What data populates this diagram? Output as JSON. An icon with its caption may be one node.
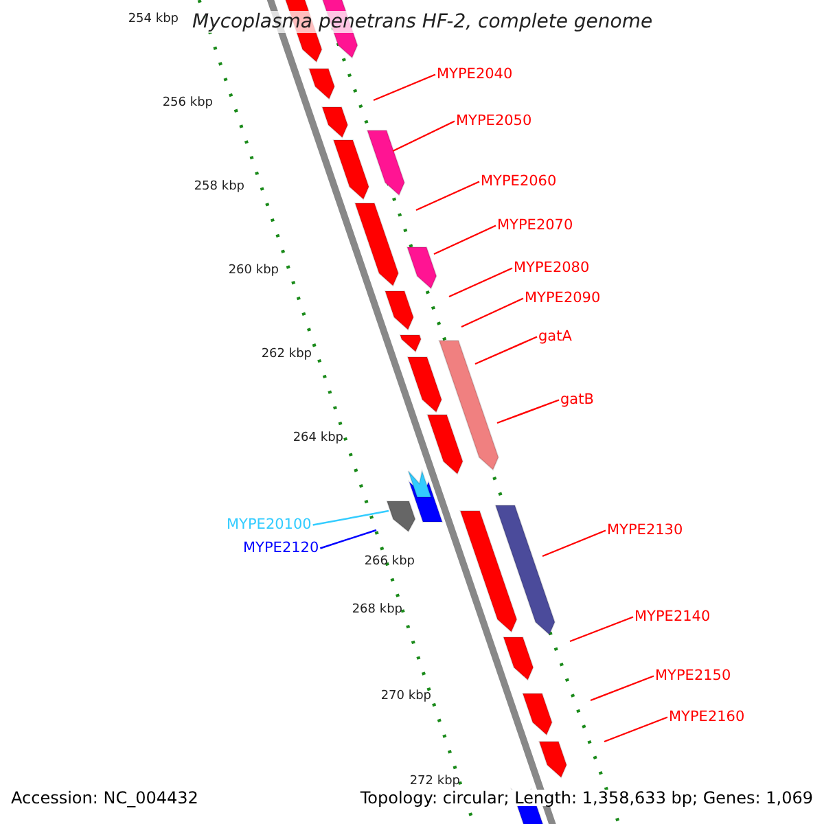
{
  "diagram": {
    "title": "Mycoplasma penetrans HF-2, complete genome",
    "nodes": [
      {
        "text": [
          "MYPE2040"
        ]
      },
      {
        "text": [
          "MYPE2050"
        ]
      },
      {
        "text": [
          "MYPE2060"
        ]
      },
      {
        "text": [
          "MYPE2070"
        ]
      },
      {
        "text": [
          "MYPE2080"
        ]
      },
      {
        "text": [
          "MYPE2090"
        ]
      },
      {
        "text": [
          "gatA"
        ]
      },
      {
        "text": [
          "gatB"
        ]
      },
      {
        "text": [
          "MYPE20100"
        ]
      },
      {
        "text": [
          "MYPE2120"
        ]
      },
      {
        "text": [
          "MYPE2130"
        ]
      },
      {
        "text": [
          "MYPE2140"
        ]
      },
      {
        "text": [
          "MYPE2150"
        ]
      },
      {
        "text": [
          "MYPE2160"
        ]
      }
    ],
    "edges": [
      {
        "from": 0,
        "to": null,
        "arrow": "none"
      },
      {
        "from": 1,
        "to": null,
        "arrow": "none"
      },
      {
        "from": 2,
        "to": null,
        "arrow": "none"
      },
      {
        "from": 3,
        "to": null,
        "arrow": "none"
      },
      {
        "from": 4,
        "to": null,
        "arrow": "none"
      },
      {
        "from": 5,
        "to": null,
        "arrow": "none"
      },
      {
        "from": 6,
        "to": null,
        "arrow": "none"
      },
      {
        "from": 7,
        "to": null,
        "arrow": "none"
      },
      {
        "from": 8,
        "to": null,
        "arrow": "none",
        "color": "#33ccff"
      },
      {
        "from": 9,
        "to": null,
        "arrow": "none",
        "color": "#0000ff"
      },
      {
        "from": 10,
        "to": null,
        "arrow": "none"
      },
      {
        "from": 11,
        "to": null,
        "arrow": "none"
      },
      {
        "from": 12,
        "to": null,
        "arrow": "none"
      },
      {
        "from": 13,
        "to": null,
        "arrow": "none"
      }
    ],
    "labels": [
      "254 kbp",
      "256 kbp",
      "258 kbp",
      "260 kbp",
      "262 kbp",
      "264 kbp",
      "266 kbp",
      "268 kbp",
      "270 kbp",
      "272 kbp",
      "Accession: NC_004432",
      "Topology: circular; Length: 1,358,633 bp; Genes: 1,069"
    ]
  }
}
